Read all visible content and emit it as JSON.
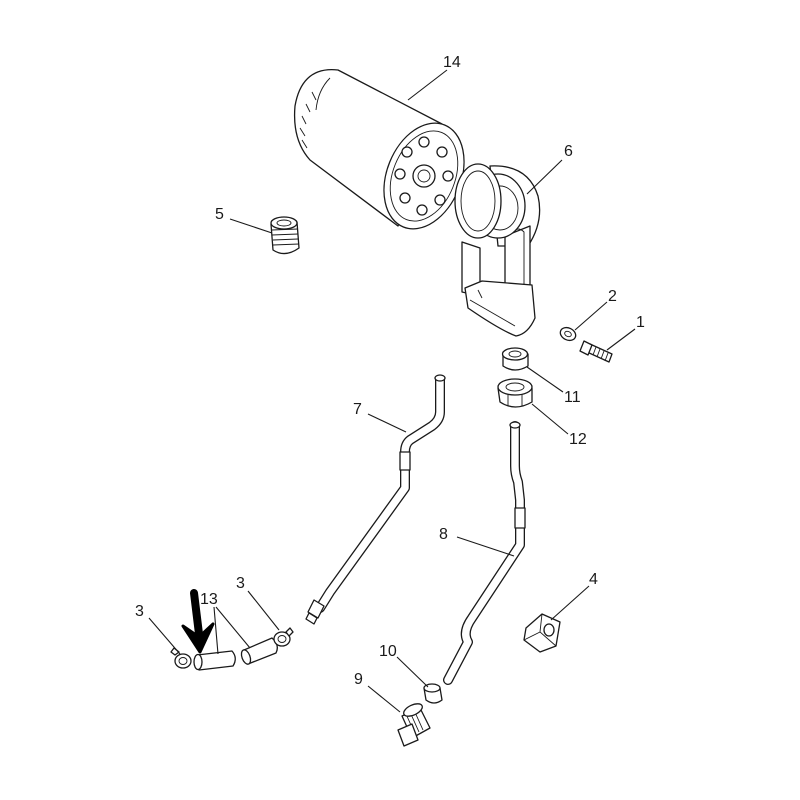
{
  "callouts": [
    "14",
    "6",
    "5",
    "2",
    "1",
    "11",
    "12",
    "7",
    "8",
    "3",
    "13",
    "3",
    "4",
    "10",
    "9"
  ],
  "colors": {
    "line": "#1a1a1a",
    "background": "#ffffff"
  },
  "icons": {
    "pointer": "down-arrow-icon"
  }
}
